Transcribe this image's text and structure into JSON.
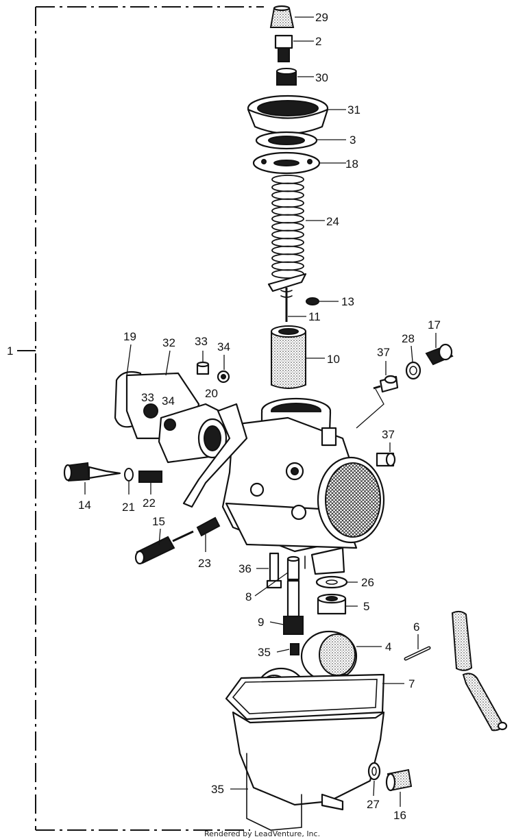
{
  "diagram": {
    "callouts": [
      {
        "id": "29",
        "text": "29"
      },
      {
        "id": "2",
        "text": "2"
      },
      {
        "id": "30",
        "text": "30"
      },
      {
        "id": "31",
        "text": "31"
      },
      {
        "id": "3",
        "text": "3"
      },
      {
        "id": "18",
        "text": "18"
      },
      {
        "id": "24",
        "text": "24"
      },
      {
        "id": "13",
        "text": "13"
      },
      {
        "id": "11",
        "text": "11"
      },
      {
        "id": "10",
        "text": "10"
      },
      {
        "id": "17",
        "text": "17"
      },
      {
        "id": "28",
        "text": "28"
      },
      {
        "id": "37a",
        "text": "37"
      },
      {
        "id": "37b",
        "text": "37"
      },
      {
        "id": "19",
        "text": "19"
      },
      {
        "id": "32",
        "text": "32"
      },
      {
        "id": "33a",
        "text": "33"
      },
      {
        "id": "34a",
        "text": "34"
      },
      {
        "id": "33b",
        "text": "33"
      },
      {
        "id": "34b",
        "text": "34"
      },
      {
        "id": "20",
        "text": "20"
      },
      {
        "id": "1",
        "text": "1"
      },
      {
        "id": "14",
        "text": "14"
      },
      {
        "id": "21",
        "text": "21"
      },
      {
        "id": "22",
        "text": "22"
      },
      {
        "id": "15",
        "text": "15"
      },
      {
        "id": "23",
        "text": "23"
      },
      {
        "id": "36",
        "text": "36"
      },
      {
        "id": "26",
        "text": "26"
      },
      {
        "id": "8",
        "text": "8"
      },
      {
        "id": "5",
        "text": "5"
      },
      {
        "id": "9",
        "text": "9"
      },
      {
        "id": "6",
        "text": "6"
      },
      {
        "id": "35a",
        "text": "35"
      },
      {
        "id": "4",
        "text": "4"
      },
      {
        "id": "7",
        "text": "7"
      },
      {
        "id": "35b",
        "text": "35"
      },
      {
        "id": "27",
        "text": "27"
      },
      {
        "id": "16",
        "text": "16"
      }
    ],
    "credit": "Rendered by LeadVenture, Inc."
  }
}
